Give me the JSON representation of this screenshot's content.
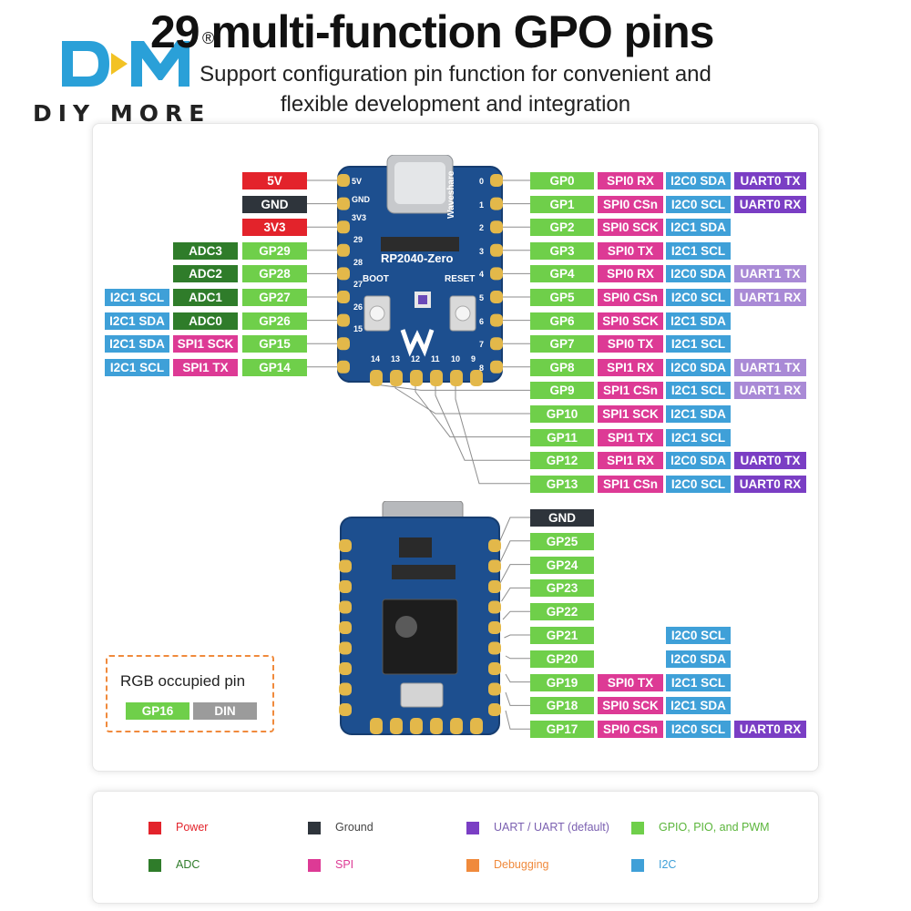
{
  "header": {
    "title": "29 multi-function GPO pins",
    "registered_mark": "®",
    "subtitle_line1": "Support configuration pin function for convenient and",
    "subtitle_line2": "flexible development and integration"
  },
  "logo": {
    "wordmark": "DIY MORE",
    "colors": {
      "d": "#2aa0d8",
      "m": "#2aa0d8",
      "accent": "#f2c224"
    }
  },
  "board_top": {
    "chip_label": "RP2040-Zero",
    "brand": "Waveshare",
    "boot_label": "BOOT",
    "reset_label": "RESET",
    "side_labels": [
      "5V",
      "GND",
      "3V3"
    ],
    "left_pin_numbers": [
      "29",
      "28",
      "27",
      "26",
      "15"
    ],
    "right_pin_numbers": [
      "0",
      "1",
      "2",
      "3",
      "4",
      "5",
      "6",
      "7",
      "8"
    ],
    "bottom_pin_numbers": [
      "14",
      "13",
      "12",
      "11",
      "10",
      "9"
    ]
  },
  "left_labels": [
    [
      "5V"
    ],
    [
      "GND"
    ],
    [
      "3V3"
    ],
    [
      "GP29",
      "ADC3"
    ],
    [
      "GP28",
      "ADC2"
    ],
    [
      "GP27",
      "ADC1",
      "I2C1 SCL"
    ],
    [
      "GP26",
      "ADC0",
      "I2C1 SDA"
    ],
    [
      "GP15",
      "SPI1 SCK",
      "I2C1 SDA"
    ],
    [
      "GP14",
      "SPI1 TX",
      "I2C1 SCL"
    ]
  ],
  "right_labels": [
    [
      "GP0",
      "SPI0 RX",
      "I2C0 SDA",
      "UART0 TX"
    ],
    [
      "GP1",
      "SPI0 CSn",
      "I2C0 SCL",
      "UART0 RX"
    ],
    [
      "GP2",
      "SPI0 SCK",
      "I2C1 SDA"
    ],
    [
      "GP3",
      "SPI0 TX",
      "I2C1 SCL"
    ],
    [
      "GP4",
      "SPI0 RX",
      "I2C0 SDA",
      "UART1 TX"
    ],
    [
      "GP5",
      "SPI0 CSn",
      "I2C0 SCL",
      "UART1 RX"
    ],
    [
      "GP6",
      "SPI0 SCK",
      "I2C1 SDA"
    ],
    [
      "GP7",
      "SPI0 TX",
      "I2C1 SCL"
    ],
    [
      "GP8",
      "SPI1 RX",
      "I2C0 SDA",
      "UART1 TX"
    ],
    [
      "GP9",
      "SPI1 CSn",
      "I2C1 SCL",
      "UART1 RX"
    ],
    [
      "GP10",
      "SPI1 SCK",
      "I2C1 SDA"
    ],
    [
      "GP11",
      "SPI1 TX",
      "I2C1 SCL"
    ],
    [
      "GP12",
      "SPI1 RX",
      "I2C0 SDA",
      "UART0 TX"
    ],
    [
      "GP13",
      "SPI1 CSn",
      "I2C0 SCL",
      "UART0 RX"
    ]
  ],
  "bottom_right_labels": [
    [
      "GND"
    ],
    [
      "GP25"
    ],
    [
      "GP24"
    ],
    [
      "GP23"
    ],
    [
      "GP22"
    ],
    [
      "GP21",
      "",
      "I2C0 SCL"
    ],
    [
      "GP20",
      "",
      "I2C0 SDA"
    ],
    [
      "GP19",
      "SPI0 TX",
      "I2C1 SCL"
    ],
    [
      "GP18",
      "SPI0 SCK",
      "I2C1 SDA"
    ],
    [
      "GP17",
      "SPI0 CSn",
      "I2C0 SCL",
      "UART0 RX"
    ]
  ],
  "rgb_box": {
    "title": "RGB occupied pin",
    "pin": "GP16",
    "function": "DIN"
  },
  "legend": [
    {
      "label": "Power",
      "color": "#e3232b",
      "text_color": "#e3232b"
    },
    {
      "label": "Ground",
      "color": "#2e343b",
      "text_color": "#444444"
    },
    {
      "label": "UART / UART (default)",
      "color": "#7a3ec4",
      "text_color": "#7a5fb0"
    },
    {
      "label": "GPIO, PIO, and PWM",
      "color": "#6fcf4a",
      "text_color": "#5ab53a"
    },
    {
      "label": "ADC",
      "color": "#2f7c2a",
      "text_color": "#2f7c2a"
    },
    {
      "label": "SPI",
      "color": "#dd3a95",
      "text_color": "#dd3a95"
    },
    {
      "label": "Debugging",
      "color": "#f08a3c",
      "text_color": "#f08a3c"
    },
    {
      "label": "I2C",
      "color": "#3fa0d8",
      "text_color": "#3fa0d8"
    }
  ]
}
